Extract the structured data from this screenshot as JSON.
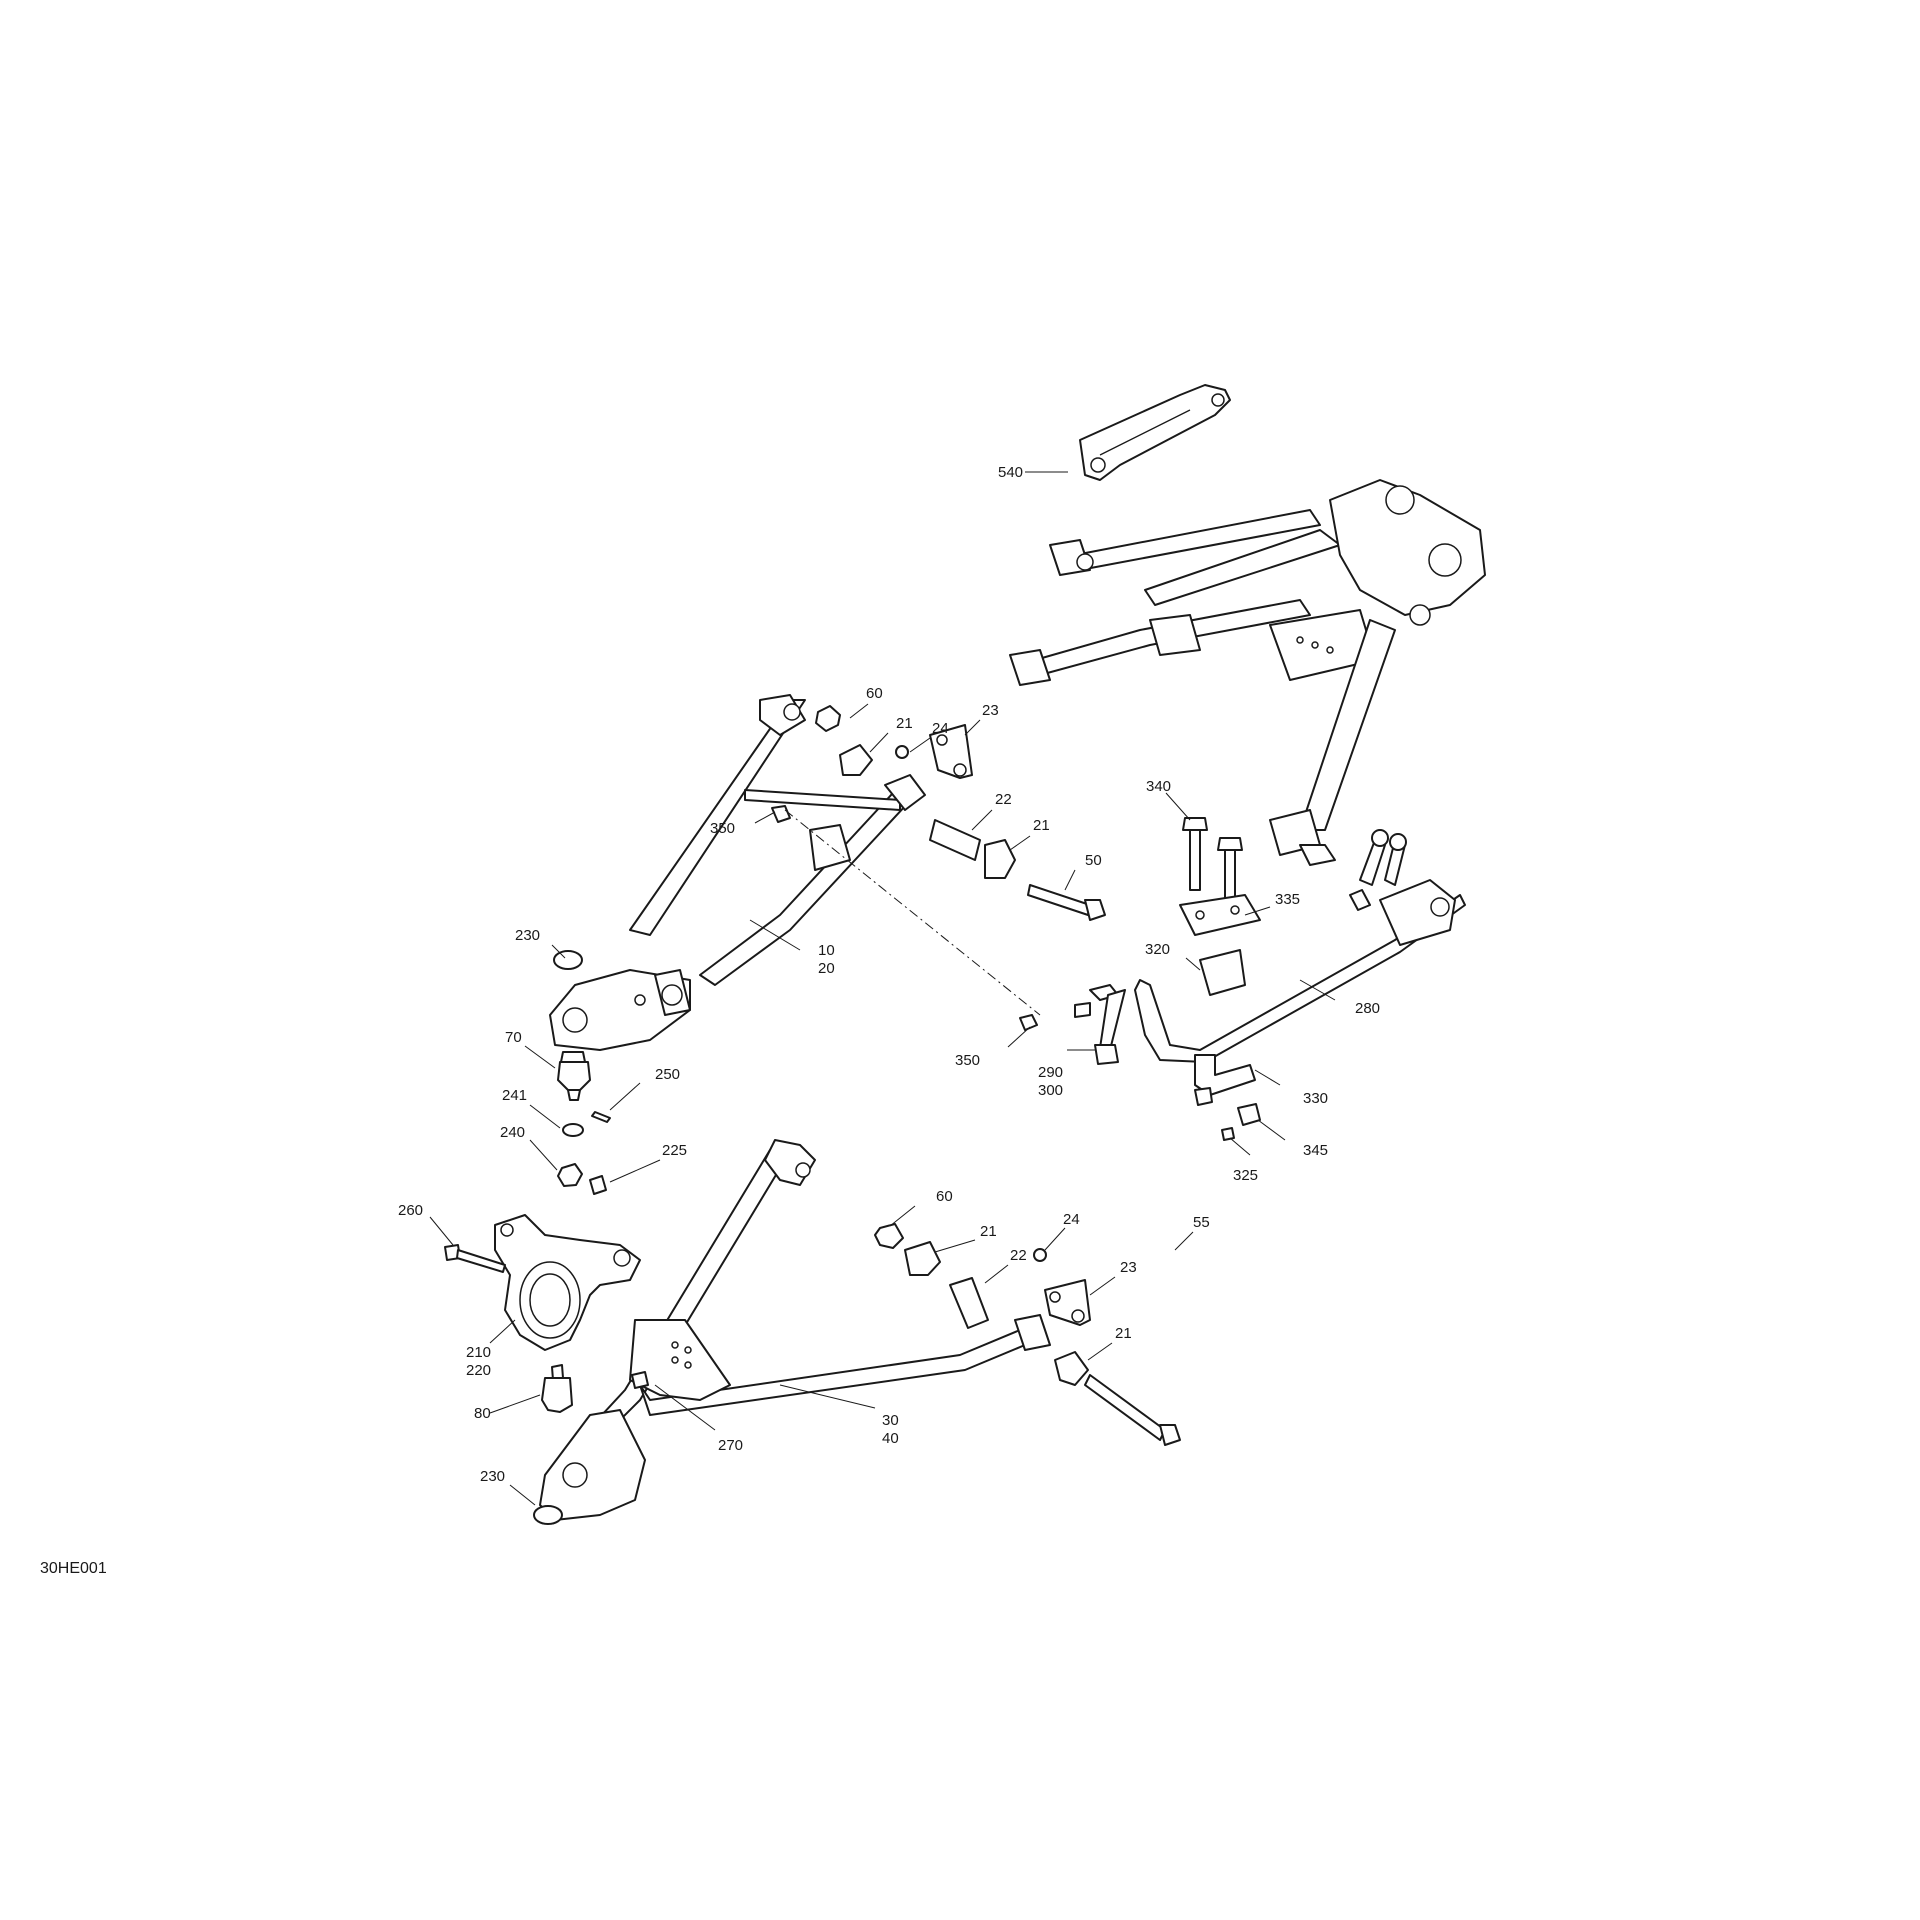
{
  "diagram_code": "30HE001",
  "callouts": [
    {
      "id": "c540",
      "text": "540"
    },
    {
      "id": "c60a",
      "text": "60"
    },
    {
      "id": "c21a",
      "text": "21"
    },
    {
      "id": "c24a",
      "text": "24"
    },
    {
      "id": "c23a",
      "text": "23"
    },
    {
      "id": "c22a",
      "text": "22"
    },
    {
      "id": "c21b",
      "text": "21"
    },
    {
      "id": "c50",
      "text": "50"
    },
    {
      "id": "c350a",
      "text": "350"
    },
    {
      "id": "c230a",
      "text": "230"
    },
    {
      "id": "c10",
      "text": "10"
    },
    {
      "id": "c20",
      "text": "20"
    },
    {
      "id": "c340",
      "text": "340"
    },
    {
      "id": "c335",
      "text": "335"
    },
    {
      "id": "c320",
      "text": "320"
    },
    {
      "id": "c280",
      "text": "280"
    },
    {
      "id": "c350b",
      "text": "350"
    },
    {
      "id": "c290",
      "text": "290"
    },
    {
      "id": "c300",
      "text": "300"
    },
    {
      "id": "c330",
      "text": "330"
    },
    {
      "id": "c345",
      "text": "345"
    },
    {
      "id": "c325",
      "text": "325"
    },
    {
      "id": "c70",
      "text": "70"
    },
    {
      "id": "c250",
      "text": "250"
    },
    {
      "id": "c241",
      "text": "241"
    },
    {
      "id": "c240",
      "text": "240"
    },
    {
      "id": "c225",
      "text": "225"
    },
    {
      "id": "c260",
      "text": "260"
    },
    {
      "id": "c210",
      "text": "210"
    },
    {
      "id": "c220",
      "text": "220"
    },
    {
      "id": "c80",
      "text": "80"
    },
    {
      "id": "c230b",
      "text": "230"
    },
    {
      "id": "c270",
      "text": "270"
    },
    {
      "id": "c30",
      "text": "30"
    },
    {
      "id": "c40",
      "text": "40"
    },
    {
      "id": "c60b",
      "text": "60"
    },
    {
      "id": "c21c",
      "text": "21"
    },
    {
      "id": "c22b",
      "text": "22"
    },
    {
      "id": "c24b",
      "text": "24"
    },
    {
      "id": "c23b",
      "text": "23"
    },
    {
      "id": "c21d",
      "text": "21"
    },
    {
      "id": "c55",
      "text": "55"
    }
  ]
}
